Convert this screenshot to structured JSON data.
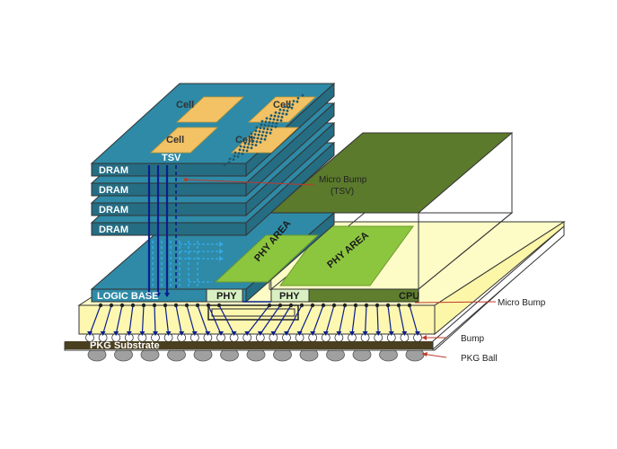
{
  "labels": {
    "cell": "Cell",
    "tsv": "TSV",
    "dram": "DRAM",
    "logic_base": "LOGIC  BASE",
    "phy": "PHY",
    "phy_area": "PHY AREA",
    "cpu": "CPU",
    "pkg_substrate": "PKG Substrate"
  },
  "callouts": {
    "micro_bump_tsv_line1": "Micro Bump",
    "micro_bump_tsv_line2": "(TSV)",
    "micro_bump": "Micro Bump",
    "bump": "Bump",
    "pkg_ball": "PKG Ball"
  },
  "colors": {
    "dram_top": "#2e8aa6",
    "dram_side": "#256d83",
    "cell": "#f2c265",
    "logic_top": "#2e8aa6",
    "phy_green": "#8cc63f",
    "cpu_top": "#5b7a2c",
    "cpu_side": "#59752a",
    "interposer": "#fdfbc6",
    "substrate": "#4a3f1f",
    "tsv_line": "#0a1f8f",
    "tsv_light": "#34a8e8",
    "ball": "#a0a0a0",
    "callout": "#c0392b"
  }
}
